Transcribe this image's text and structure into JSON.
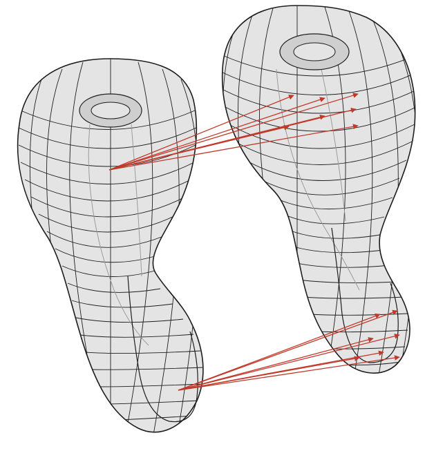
{
  "figure": {
    "bottles": [
      {
        "id": "left",
        "subject": "klein-bottle-mesh"
      },
      {
        "id": "right",
        "subject": "klein-bottle-mesh"
      }
    ],
    "arrow_groups": [
      {
        "id": "upper",
        "from": "left-bottle-body",
        "to": "right-bottle-upper-body",
        "count": 7
      },
      {
        "id": "lower",
        "from": "left-bottle-handle",
        "to": "right-bottle-handle-loop",
        "count": 7
      }
    ],
    "colors": {
      "surface": "#e4e4e4",
      "mesh": "#1c1c1c",
      "inner_tube": "#9a9a9a",
      "arrow": "#c0392b",
      "background": "#ffffff"
    }
  }
}
